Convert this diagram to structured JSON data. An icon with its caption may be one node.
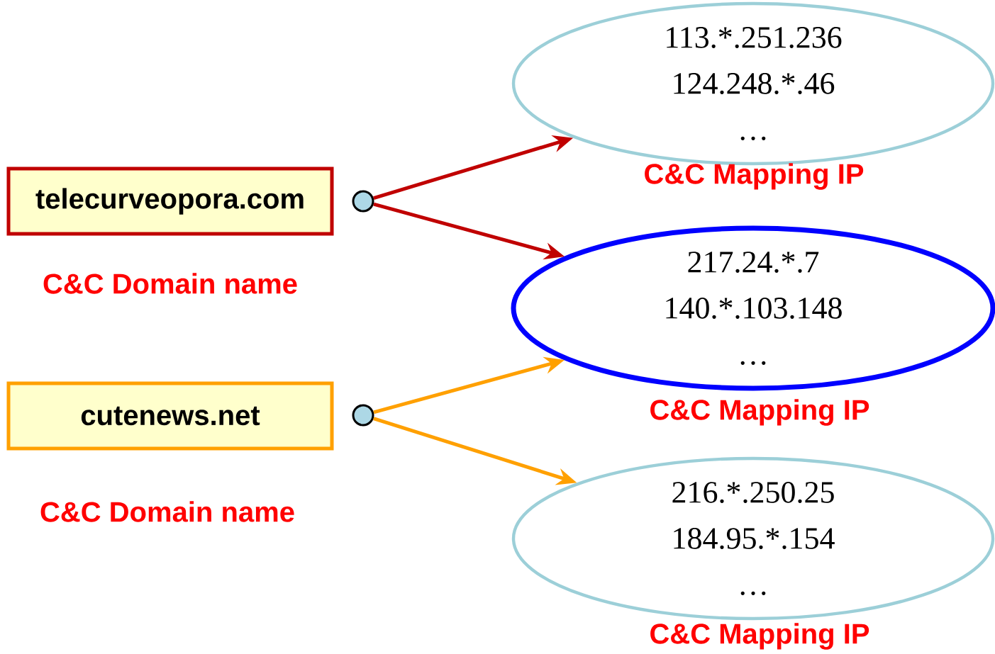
{
  "diagram": {
    "nodes": [
      {
        "text": [
          "telecurveopora.com"
        ],
        "beside": [
          "C&C Domain name"
        ]
      },
      {
        "text": [
          "cutenews.net"
        ],
        "beside": [
          "C&C Domain name"
        ]
      },
      {
        "text": [],
        "shape": "circle"
      },
      {
        "text": [],
        "shape": "circle"
      },
      {
        "text": [
          "113.*.251.236",
          "124.248.*.46",
          "…"
        ],
        "beside": [
          "C&C Mapping IP"
        ]
      },
      {
        "text": [
          "217.24.*.7",
          "140.*.103.148",
          "…"
        ],
        "beside": [
          "C&C Mapping IP"
        ]
      },
      {
        "text": [
          "216.*.250.25",
          "184.95.*.154",
          "…"
        ],
        "beside": [
          "C&C Mapping IP"
        ]
      }
    ],
    "edges": [
      {
        "from": 2,
        "to": 4,
        "arrow": "to",
        "color": "#c00000"
      },
      {
        "from": 2,
        "to": 5,
        "arrow": "to",
        "color": "#c00000"
      },
      {
        "from": 3,
        "to": 5,
        "arrow": "to",
        "color": "#ffa000"
      },
      {
        "from": 3,
        "to": 6,
        "arrow": "to",
        "color": "#ffa000"
      }
    ]
  }
}
